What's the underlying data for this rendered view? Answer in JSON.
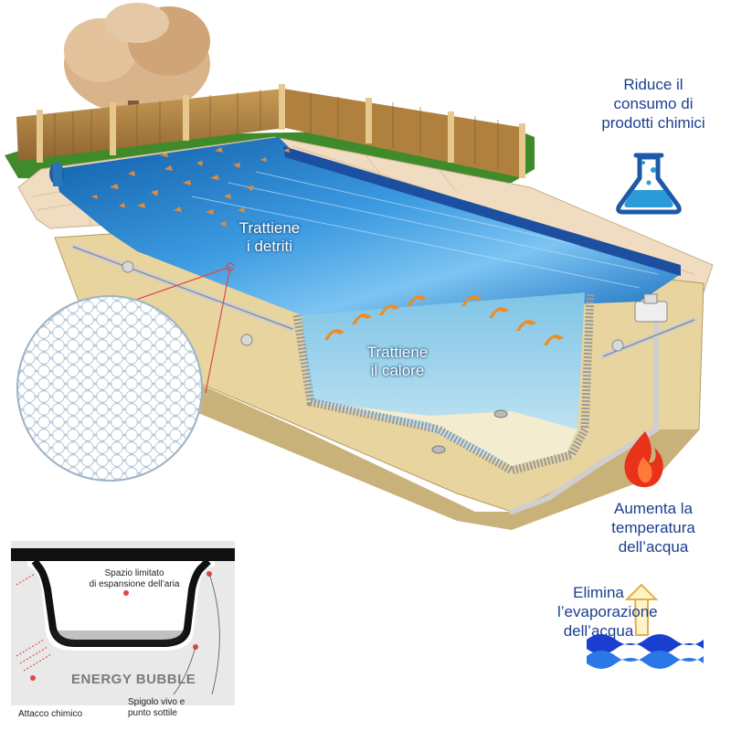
{
  "labels": {
    "debris": [
      "Trattiene",
      "i detriti"
    ],
    "heat": [
      "Trattiene",
      "il calore"
    ],
    "chemicals": [
      "Riduce il",
      "consumo di",
      "prodotti chimici"
    ],
    "temperature": [
      "Aumenta la",
      "temperatura",
      "dell’acqua"
    ],
    "evaporation": [
      "Elimina",
      "l’evaporazione",
      "dell’acqua"
    ]
  },
  "energy_bubble": {
    "title": "ENERGY BUBBLE",
    "air_space": [
      "Spazio limitato",
      "di espansione dell’aria"
    ],
    "chemical_attack": "Attacco chimico",
    "sharp_edge": [
      "Spigolo vivo e",
      "punto sottile"
    ]
  },
  "colors": {
    "label_blue": "#1b3f8f",
    "water": "#1e7fd0",
    "deck": "#f0dcc0",
    "wall": "#e8d49e",
    "flame": "#e8321a"
  }
}
